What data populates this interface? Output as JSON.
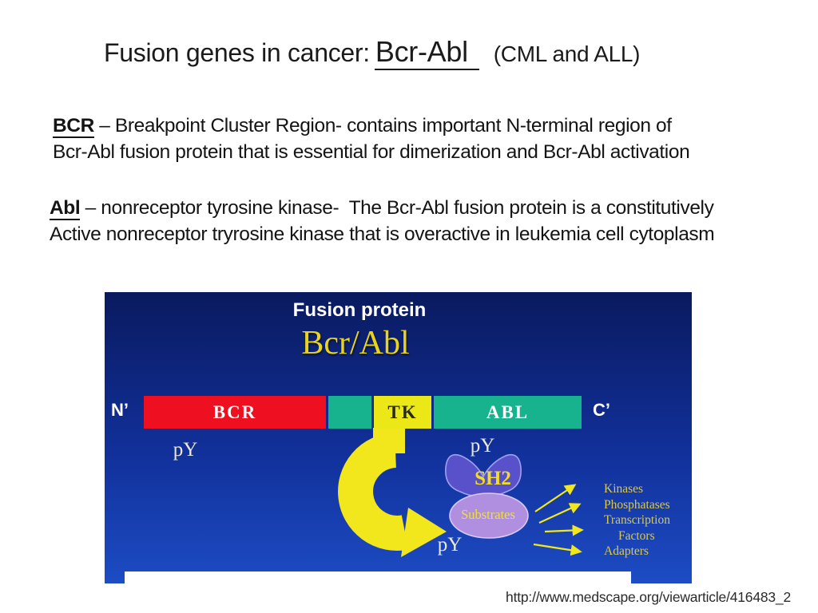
{
  "slide": {
    "title": {
      "prefix": "Fusion genes in cancer:",
      "gene": "Bcr-Abl",
      "context": "(CML and ALL)"
    },
    "definitions": [
      {
        "term": "BCR",
        "line1": " – Breakpoint Cluster Region- contains important N-terminal region of",
        "line2": "Bcr-Abl fusion protein that is essential for dimerization and Bcr-Abl activation"
      },
      {
        "term": "Abl",
        "line1": " – nonreceptor tyrosine kinase-  The Bcr-Abl fusion protein is a constitutively",
        "line2": "Active nonreceptor tryrosine kinase that is overactive in leukemia cell cytoplasm"
      }
    ],
    "source_url": "http://www.medscape.org/viewarticle/416483_2"
  },
  "diagram": {
    "heading": "Fusion protein",
    "fusion_name": "Bcr/Abl",
    "n_terminus": "N’",
    "c_terminus": "C’",
    "segments": {
      "bcr": "BCR",
      "tk": "TK",
      "abl": "ABL"
    },
    "phospho": {
      "left": "pY",
      "top": "pY",
      "bottom": "pY"
    },
    "sh2": "SH2",
    "substrates": "Substrates",
    "targets": [
      "Kinases",
      "Phosphatases",
      "Transcription",
      "Factors",
      "Adapters"
    ],
    "colors": {
      "background_top": "#0a1a5f",
      "background_bottom": "#1d4cc4",
      "bcr_red": "#ee1020",
      "abl_green": "#17b38e",
      "tk_yellow": "#ece818",
      "curved_arrow_yellow": "#f2e71c",
      "sh2_purple": "#5951c9",
      "substrates_purple": "#b08fe0",
      "target_label_yellow": "#d8c850",
      "fusion_name_yellow": "#e8d31f"
    }
  }
}
